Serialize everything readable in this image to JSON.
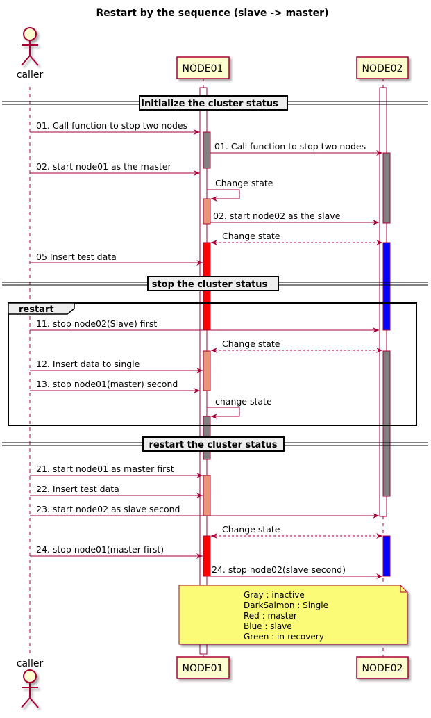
{
  "title": "Restart by the sequence (slave -> master)",
  "participants": {
    "caller": "caller",
    "node01": "NODE01",
    "node02": "NODE02"
  },
  "dividers": {
    "init": "Initialize the cluster status",
    "stop": "stop the cluster status",
    "restart": "restart the cluster status"
  },
  "group": {
    "label": "restart"
  },
  "messages": {
    "m01a": "01. Call function to stop two nodes",
    "m01b": "01. Call function to stop two nodes",
    "m02a": "02. start node01 as the master",
    "cs1": "Change state",
    "m02b": "02. start node02 as the slave",
    "cs2": "Change state",
    "m05": "05  Insert test data",
    "m11": "11. stop node02(Slave) first",
    "cs3": "Change state",
    "m12": "12. Insert data to single",
    "m13": "13. stop node01(master) second",
    "cs4": "change state",
    "m21": "21. start node01 as master first",
    "m22": "22. Insert test data",
    "m23": "23. start node02 as slave second",
    "cs5": "Change state",
    "m24": "24. stop node01(master first)",
    "m24b": "24. stop node02(slave second)"
  },
  "note": {
    "line1": "Gray : inactive",
    "line2": "DarkSalmon : Single",
    "line3": "Red : master",
    "line4": "Blue : slave",
    "line5": "Green : in-recovery"
  },
  "colors": {
    "gray": "#808080",
    "darksalmon": "#e9967a",
    "red": "#ff0000",
    "blue": "#0000ff",
    "line": "#a80036",
    "participant_fill": "#fefece",
    "note_fill": "#fbfb77"
  }
}
